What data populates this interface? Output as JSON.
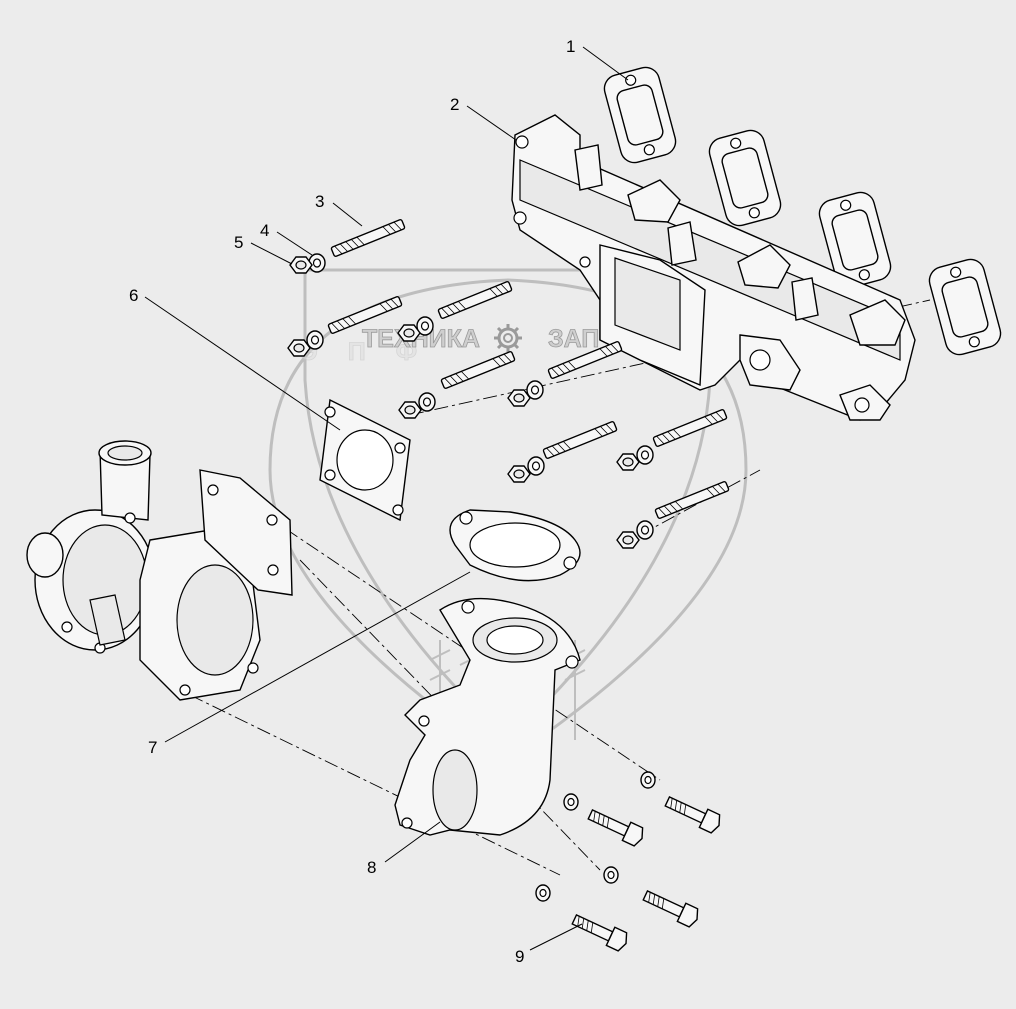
{
  "watermark": {
    "left_text": "ТЕХНИКА",
    "right_text": "ЗАПЧАСТИ",
    "gear_icon": "gear-icon",
    "emblem_letters": "ЭПФ"
  },
  "callouts": [
    {
      "label": "1"
    },
    {
      "label": "2"
    },
    {
      "label": "3"
    },
    {
      "label": "4"
    },
    {
      "label": "5"
    },
    {
      "label": "6"
    },
    {
      "label": "7"
    },
    {
      "label": "8"
    },
    {
      "label": "9"
    }
  ]
}
